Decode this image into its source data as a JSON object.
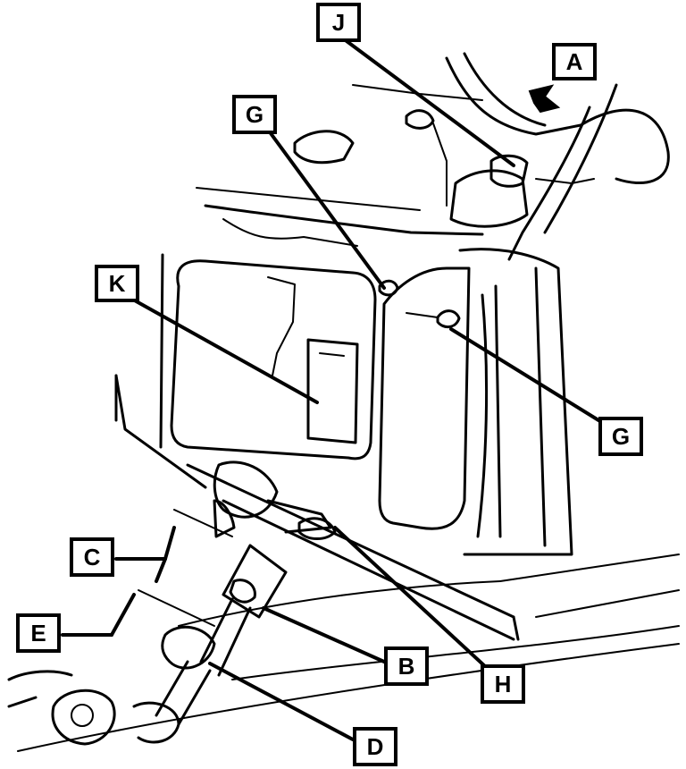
{
  "callouts": {
    "a": "A",
    "b": "B",
    "c": "C",
    "d": "D",
    "e": "E",
    "g_upper": "G",
    "g_right": "G",
    "h": "H",
    "j": "J",
    "k": "K"
  }
}
